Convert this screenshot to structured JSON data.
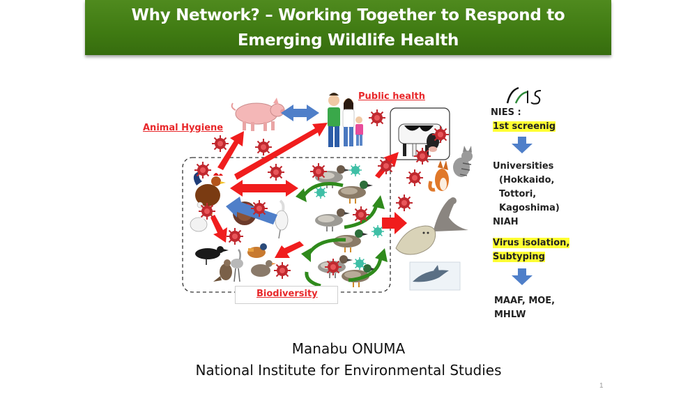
{
  "title": {
    "line1": "Why Network? – Working Together to Respond to",
    "line2": "Emerging Wildlife Health"
  },
  "labels": {
    "public_health": "Public health",
    "animal_hygiene": "Animal Hygiene",
    "biodiversity": "Biodiversity"
  },
  "logo_text": "NIES",
  "side_panel": {
    "nies": "NIES :",
    "first_screening": "1st screenig",
    "universities": "Universities",
    "uni_1": "(Hokkaido,",
    "uni_2": "Tottori,",
    "uni_3": "Kagoshima)",
    "niah": "NIAH",
    "virus_isolation": "Virus isolation,",
    "subtyping": "Subtyping",
    "ministries_1": "MAAF, MOE,",
    "ministries_2": "MHLW"
  },
  "author": {
    "name": "Manabu ONUMA",
    "institute": "National Institute for Environmental Studies"
  },
  "page_number": "1",
  "colors": {
    "title_green": "#3f7a12",
    "arrow_red": "#f01d1d",
    "arrow_blue": "#4f7fc9",
    "cycle_green": "#2f8a1c",
    "highlight_yellow": "#ffff33"
  }
}
